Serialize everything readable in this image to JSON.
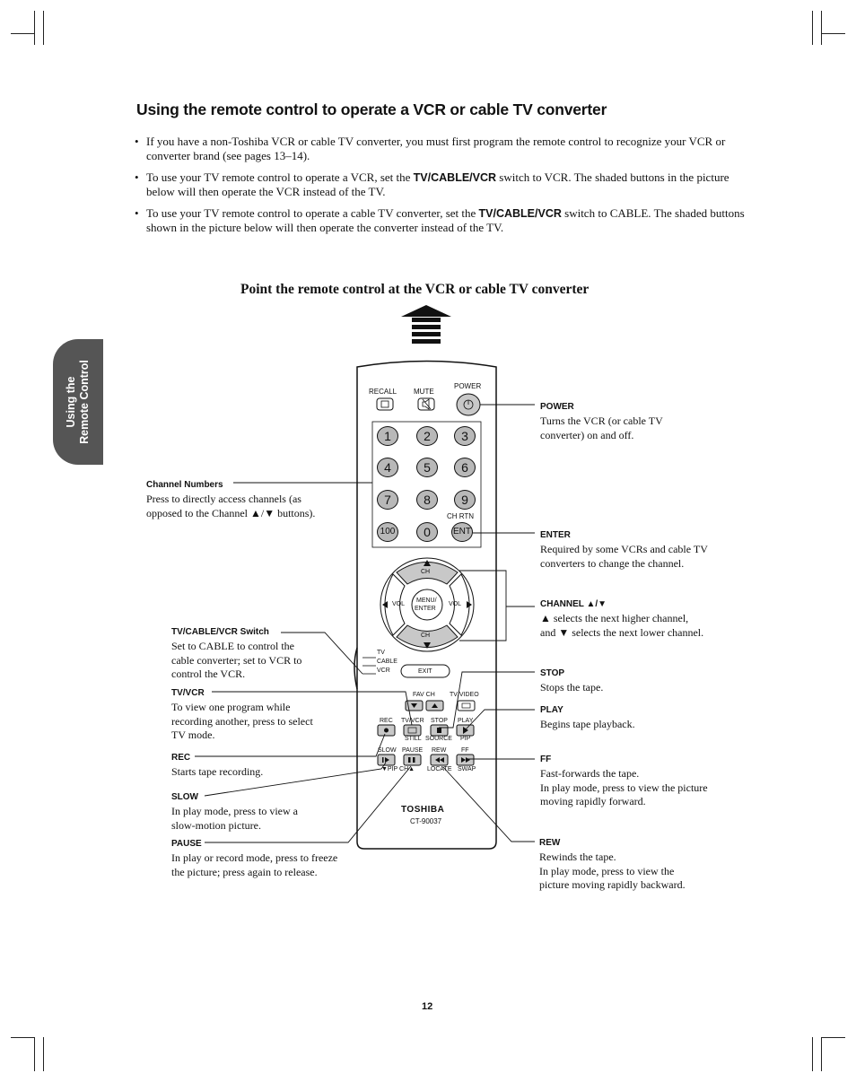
{
  "heading": "Using the remote control to operate a VCR or cable TV converter",
  "bullets": [
    {
      "parts": [
        "If you have a non-Toshiba VCR or cable TV converter, you must first program the remote control to recognize your VCR or converter brand (see pages 13–14)."
      ]
    },
    {
      "pre": "To use your TV remote control to operate a VCR, set the ",
      "bold": "TV/CABLE/VCR",
      "post": " switch to VCR. The shaded buttons in the picture below will then operate the VCR instead of the TV."
    },
    {
      "pre": "To use your TV remote control to operate a cable TV converter, set the ",
      "bold": "TV/CABLE/VCR",
      "post": " switch to CABLE. The shaded buttons shown in the picture below will then operate the converter instead of the TV."
    }
  ],
  "bullet_mark": "•",
  "subheading": "Point the remote control at the VCR or cable TV converter",
  "side_tab": {
    "line1": "Using the",
    "line2": "Remote Control"
  },
  "page_number": "12",
  "remote": {
    "labels": {
      "recall": "RECALL",
      "mute": "MUTE",
      "power": "POWER",
      "ch_rtn": "CH RTN",
      "ent": "ENT",
      "hundred": "100",
      "ch_up": "CH",
      "ch_down": "CH",
      "vol_left": "VOL",
      "vol_right": "VOL",
      "menu": "MENU/",
      "enter": "ENTER",
      "tv": "TV",
      "cable": "CABLE",
      "vcr": "VCR",
      "exit": "EXIT",
      "fav_ch": "FAV CH",
      "tv_video": "TV/VIDEO",
      "rec": "REC",
      "tv_vcr": "TV/VCR",
      "stop": "STOP",
      "play": "PLAY",
      "still": "STILL",
      "source": "SOURCE",
      "pip": "PIP",
      "slow": "SLOW",
      "pause": "PAUSE",
      "rew": "REW",
      "ff": "FF",
      "pip_ch": "▼PIP CH▲",
      "locate": "LOCATE",
      "swap": "SWAP",
      "brand": "TOSHIBA",
      "model": "CT-90037"
    },
    "digits": [
      "1",
      "2",
      "3",
      "4",
      "5",
      "6",
      "7",
      "8",
      "9",
      "0"
    ]
  },
  "annotations": {
    "power": {
      "title": "POWER",
      "text": [
        "Turns the VCR (or cable TV",
        "converter) on and off."
      ]
    },
    "channel_numbers": {
      "title": "Channel Numbers",
      "text": [
        "Press to directly access channels (as",
        "opposed to the Channel ▲/▼ buttons)."
      ]
    },
    "enter": {
      "title": "ENTER",
      "text": [
        "Required by some VCRs and cable TV",
        "converters to change the channel."
      ]
    },
    "channel": {
      "title": "CHANNEL ▲/▼",
      "text": [
        "▲ selects the next higher channel,",
        "and ▼ selects the next lower channel."
      ]
    },
    "switch": {
      "title": "TV/CABLE/VCR Switch",
      "text": [
        "Set to CABLE to control the",
        "cable converter; set to VCR to",
        "control the VCR."
      ]
    },
    "stop": {
      "title": "STOP",
      "text": [
        "Stops the tape."
      ]
    },
    "tvvcr": {
      "title": "TV/VCR",
      "text": [
        "To view one program while",
        "recording another, press to select",
        "TV mode."
      ]
    },
    "play": {
      "title": "PLAY",
      "text": [
        "Begins tape playback."
      ]
    },
    "rec": {
      "title": "REC",
      "text": [
        "Starts tape recording."
      ]
    },
    "ff": {
      "title": "FF",
      "text": [
        "Fast-forwards the tape.",
        "In play mode, press to view the picture",
        "moving rapidly forward."
      ]
    },
    "slow": {
      "title": "SLOW",
      "text": [
        "In play mode, press to view a",
        "slow-motion picture."
      ]
    },
    "pause": {
      "title": "PAUSE",
      "text": [
        "In play or record mode, press to freeze",
        "the picture; press again to release."
      ]
    },
    "rew": {
      "title": "REW",
      "text": [
        "Rewinds the tape.",
        "In play mode, press to view the",
        "picture moving rapidly backward."
      ]
    }
  }
}
